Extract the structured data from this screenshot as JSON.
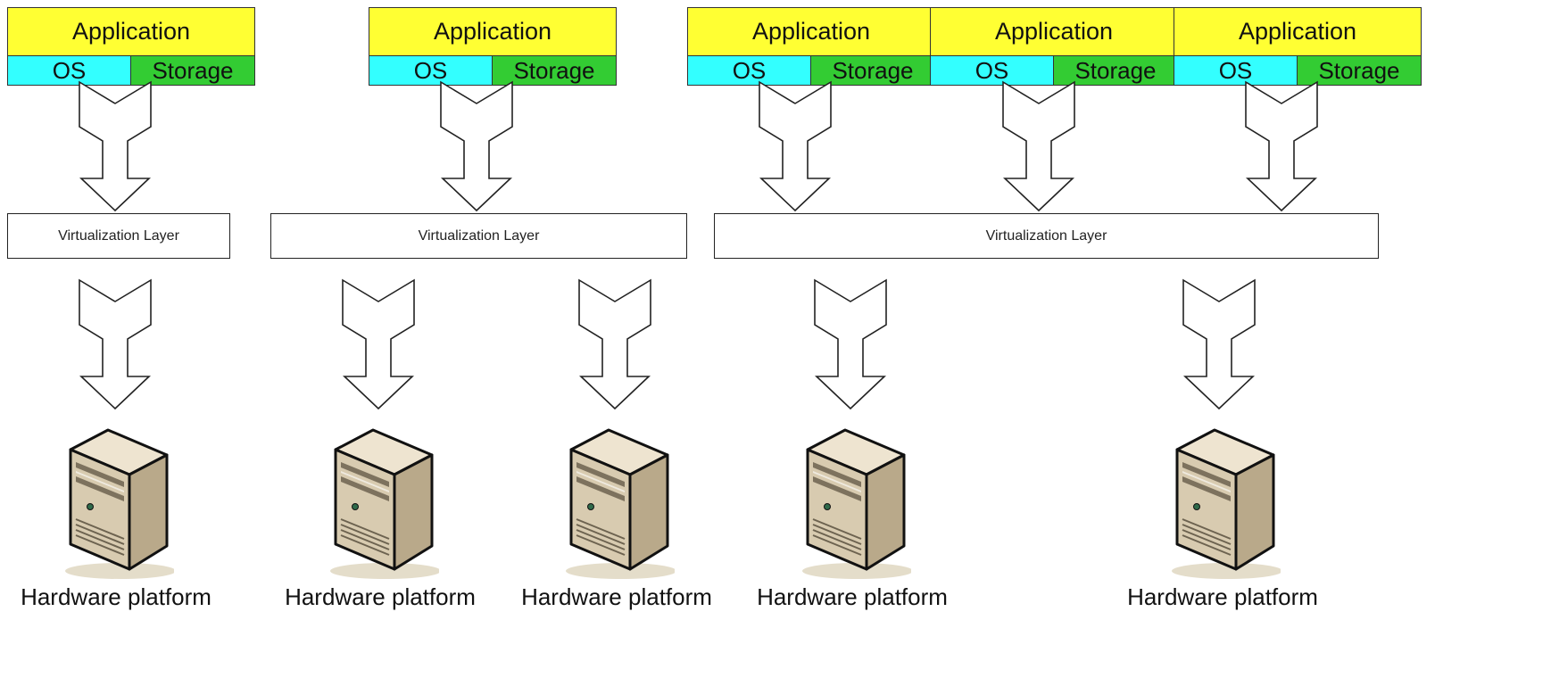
{
  "colors": {
    "application": "#ffff33",
    "os": "#33ffff",
    "storage": "#33cc33",
    "arrow_fill": "#ffffff",
    "arrow_stroke": "#222222",
    "server_front": "#d8cbb0",
    "server_side": "#b9a98a",
    "server_top": "#eee4d0"
  },
  "stacks": [
    {
      "application": "Application",
      "os": "OS",
      "storage": "Storage"
    },
    {
      "application": "Application",
      "os": "OS",
      "storage": "Storage"
    },
    {
      "application": "Application",
      "os": "OS",
      "storage": "Storage"
    },
    {
      "application": "Application",
      "os": "OS",
      "storage": "Storage"
    },
    {
      "application": "Application",
      "os": "OS",
      "storage": "Storage"
    }
  ],
  "virtualization_layers": [
    {
      "label": "Virtualization Layer"
    },
    {
      "label": "Virtualization Layer"
    },
    {
      "label": "Virtualization Layer"
    }
  ],
  "hardware": [
    {
      "label": "Hardware platform",
      "icon": "server-icon"
    },
    {
      "label": "Hardware platform",
      "icon": "server-icon"
    },
    {
      "label": "Hardware platform",
      "icon": "server-icon"
    },
    {
      "label": "Hardware platform",
      "icon": "server-icon"
    },
    {
      "label": "Hardware platform",
      "icon": "server-icon"
    }
  ]
}
